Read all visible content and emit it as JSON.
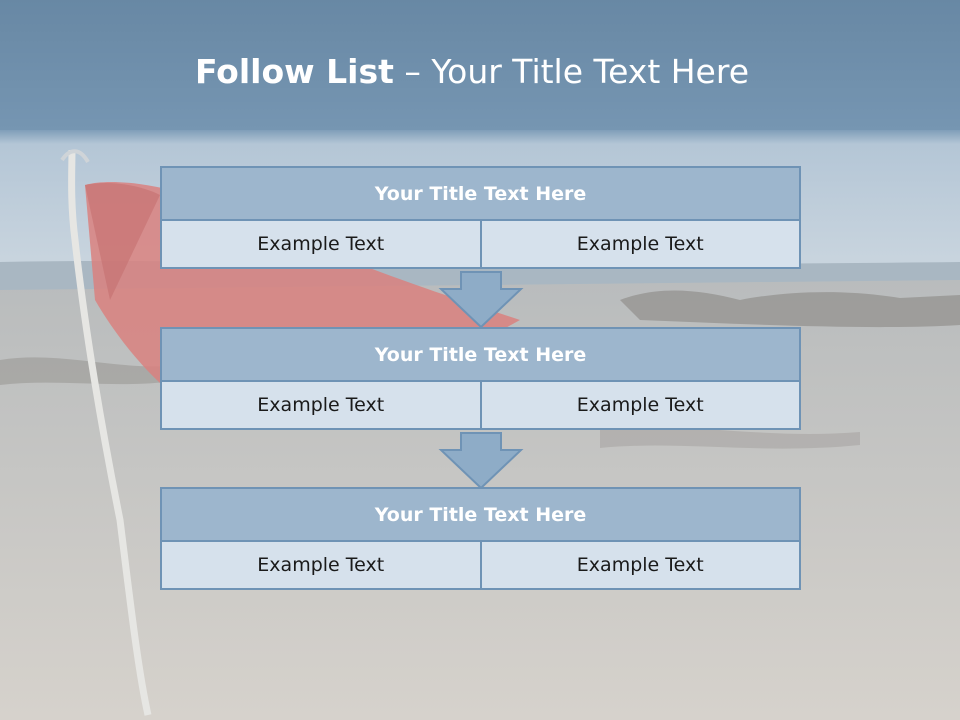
{
  "slide": {
    "title_bold": "Follow List",
    "title_rest": "– Your Title Text Here",
    "colors": {
      "header_band": "#6f90ad",
      "box_title_fill": "#9db6cd",
      "box_cell_fill": "#d6e1ec",
      "box_border": "#6f93b5",
      "arrow_fill": "#8eacc7"
    },
    "background": "red-boat-on-beach-photo",
    "steps": [
      {
        "title": "Your Title Text Here",
        "cells": [
          "Example Text",
          "Example Text"
        ]
      },
      {
        "title": "Your Title Text Here",
        "cells": [
          "Example Text",
          "Example Text"
        ]
      },
      {
        "title": "Your Title Text Here",
        "cells": [
          "Example Text",
          "Example Text"
        ]
      }
    ],
    "arrow_icon": "down-arrow-icon"
  }
}
